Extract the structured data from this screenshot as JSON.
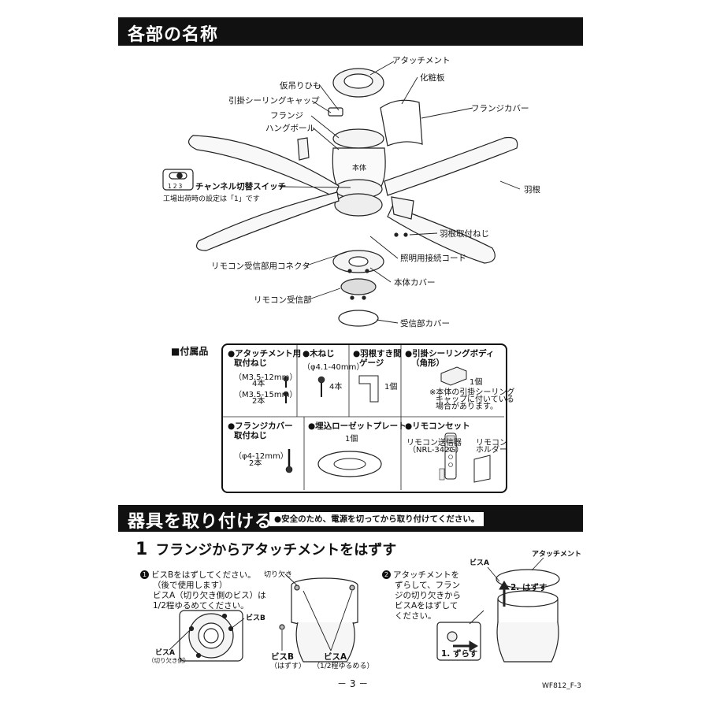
{
  "section1": {
    "title": "各部の名称"
  },
  "parts": {
    "attachment": "アタッチメント",
    "cosmetic_plate": "化粧板",
    "temp_cord": "仮吊りひも",
    "ceiling_cap": "引掛シーリングキャップ",
    "flange": "フランジ",
    "flange_cover": "フランジカバー",
    "hang_ball": "ハングボール",
    "body": "本体",
    "switch_digits": "123",
    "channel_switch": "チャンネル切替スイッチ",
    "factory_setting": "工場出荷時の設定は「1」です",
    "blade": "羽根",
    "blade_screw": "羽根取付ねじ",
    "light_cord": "照明用接続コード",
    "receiver_connector": "リモコン受信部用コネクタ",
    "body_cover": "本体カバー",
    "receiver": "リモコン受信部",
    "receiver_cover": "受信部カバー"
  },
  "accessories": {
    "title": "■付属品",
    "a1_title": "●アタッチメント用",
    "a1_title2": "取付ねじ",
    "a1_s1": "（M3.5-12mm）",
    "a1_q1": "4本",
    "a1_s2": "（M3.5-15mm）",
    "a1_q2": "2本",
    "a2_title": "●木ねじ",
    "a2_s": "（φ4.1-40mm）",
    "a2_q": "4本",
    "a3_title": "●羽根すき間",
    "a3_title2": "ゲージ",
    "a3_q": "1個",
    "a4_title": "●引掛シーリングボディ",
    "a4_title2": "（角形）",
    "a4_q": "1個",
    "a4_note1": "※本体の引掛シーリング",
    "a4_note2": "キャップに付いている",
    "a4_note3": "場合があります。",
    "a5_title": "●フランジカバー",
    "a5_title2": "取付ねじ",
    "a5_s": "（φ4-12mm）",
    "a5_q": "2本",
    "a6_title": "●埋込ローゼットプレート",
    "a6_q": "1個",
    "a7_title": "●リモコンセット",
    "a7_tx": "リモコン送信器",
    "a7_model": "（NRL-342G）",
    "a7_holder1": "リモコン",
    "a7_holder2": "ホルダー"
  },
  "section2": {
    "title": "器具を取り付ける",
    "note": "●安全のため、電源を切ってから取り付けてください。"
  },
  "step1": {
    "num": "1",
    "title": "フランジからアタッチメントをはずす",
    "i1_num": "1",
    "i1_l1": "ビスBをはずしてください。",
    "i1_l2": "（後で使用します）",
    "i1_l3": "ビスA（切り欠き側のビス）は",
    "i1_l4": "1/2程ゆるめてください。",
    "lbl_notch": "切り欠き",
    "lbl_bisB": "ビスB",
    "lbl_bisA": "ビスA",
    "lbl_bisA_sub": "（切り欠き側）",
    "lbl_bisB2": "ビスB",
    "lbl_bisB2_sub": "（はずす）",
    "lbl_bisA2": "ビスA",
    "lbl_bisA2_sub": "（1/2程ゆるめる）",
    "i2_num": "2",
    "i2_l1": "アタッチメントを",
    "i2_l2": "ずらして、フラン",
    "i2_l3": "ジの切り欠きから",
    "i2_l4": "ビスAをはずして",
    "i2_l5": "ください。",
    "lbl_bisA3": "ビスA",
    "lbl_attachment": "アタッチメント",
    "lbl_remove": "2. はずす",
    "lbl_slide": "1. ずらす"
  },
  "footer": {
    "page": "－ 3 －",
    "code": "WF812_F-3"
  }
}
